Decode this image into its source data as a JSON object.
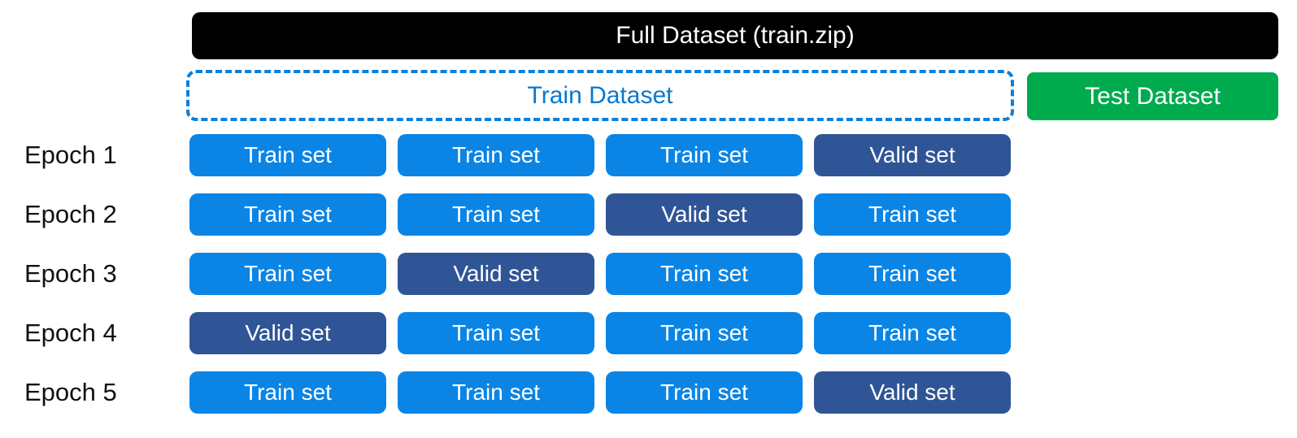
{
  "colors": {
    "train_blue": "#0a85e6",
    "valid_navy": "#2f5596",
    "test_green": "#00ab4e",
    "dash_blue": "#0a7fdb",
    "train_text": "#0b78cd",
    "bar_black": "#000000",
    "label_black": "#111111"
  },
  "header": {
    "full_dataset_label": "Full Dataset (train.zip)",
    "train_dataset_label": "Train Dataset",
    "test_dataset_label": "Test Dataset"
  },
  "epochs": [
    {
      "label": "Epoch 1",
      "folds": [
        {
          "label": "Train set",
          "type": "train"
        },
        {
          "label": "Train set",
          "type": "train"
        },
        {
          "label": "Train set",
          "type": "train"
        },
        {
          "label": "Valid set",
          "type": "valid"
        }
      ]
    },
    {
      "label": "Epoch 2",
      "folds": [
        {
          "label": "Train set",
          "type": "train"
        },
        {
          "label": "Train set",
          "type": "train"
        },
        {
          "label": "Valid set",
          "type": "valid"
        },
        {
          "label": "Train set",
          "type": "train"
        }
      ]
    },
    {
      "label": "Epoch 3",
      "folds": [
        {
          "label": "Train set",
          "type": "train"
        },
        {
          "label": "Valid set",
          "type": "valid"
        },
        {
          "label": "Train set",
          "type": "train"
        },
        {
          "label": "Train set",
          "type": "train"
        }
      ]
    },
    {
      "label": "Epoch 4",
      "folds": [
        {
          "label": "Valid set",
          "type": "valid"
        },
        {
          "label": "Train set",
          "type": "train"
        },
        {
          "label": "Train set",
          "type": "train"
        },
        {
          "label": "Train set",
          "type": "train"
        }
      ]
    },
    {
      "label": "Epoch 5",
      "folds": [
        {
          "label": "Train set",
          "type": "train"
        },
        {
          "label": "Train set",
          "type": "train"
        },
        {
          "label": "Train set",
          "type": "train"
        },
        {
          "label": "Valid set",
          "type": "valid"
        }
      ]
    }
  ]
}
